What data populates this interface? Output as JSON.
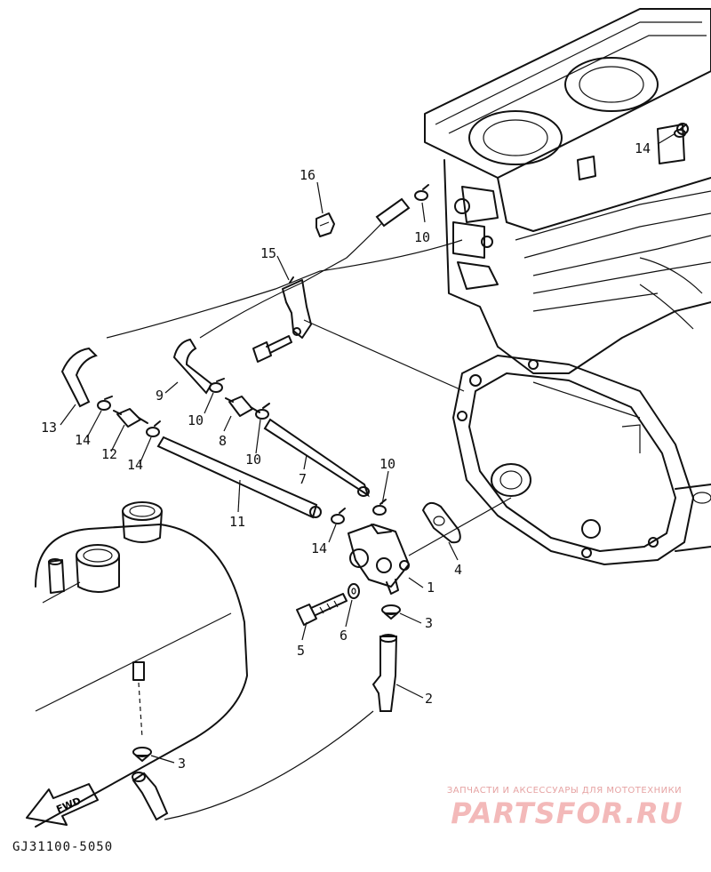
{
  "diagram": {
    "code": "GJ31100-5050",
    "fwd_label": "FWD",
    "callouts": [
      {
        "id": "c1",
        "text": "1"
      },
      {
        "id": "c2",
        "text": "2"
      },
      {
        "id": "c3a",
        "text": "3"
      },
      {
        "id": "c3b",
        "text": "3"
      },
      {
        "id": "c4",
        "text": "4"
      },
      {
        "id": "c5",
        "text": "5"
      },
      {
        "id": "c6",
        "text": "6"
      },
      {
        "id": "c7",
        "text": "7"
      },
      {
        "id": "c8",
        "text": "8"
      },
      {
        "id": "c9",
        "text": "9"
      },
      {
        "id": "c10a",
        "text": "10"
      },
      {
        "id": "c10b",
        "text": "10"
      },
      {
        "id": "c10c",
        "text": "10"
      },
      {
        "id": "c10d",
        "text": "10"
      },
      {
        "id": "c11",
        "text": "11"
      },
      {
        "id": "c12",
        "text": "12"
      },
      {
        "id": "c13",
        "text": "13"
      },
      {
        "id": "c14a",
        "text": "14"
      },
      {
        "id": "c14b",
        "text": "14"
      },
      {
        "id": "c14c",
        "text": "14"
      },
      {
        "id": "c14d",
        "text": "14"
      },
      {
        "id": "c15",
        "text": "15"
      },
      {
        "id": "c16",
        "text": "16"
      }
    ]
  },
  "watermark": {
    "subtitle": "ЗАПЧАСТИ И АКСЕССУАРЫ ДЛЯ МОТОТЕХНИКИ",
    "logo": "PARTSFOR.RU"
  }
}
